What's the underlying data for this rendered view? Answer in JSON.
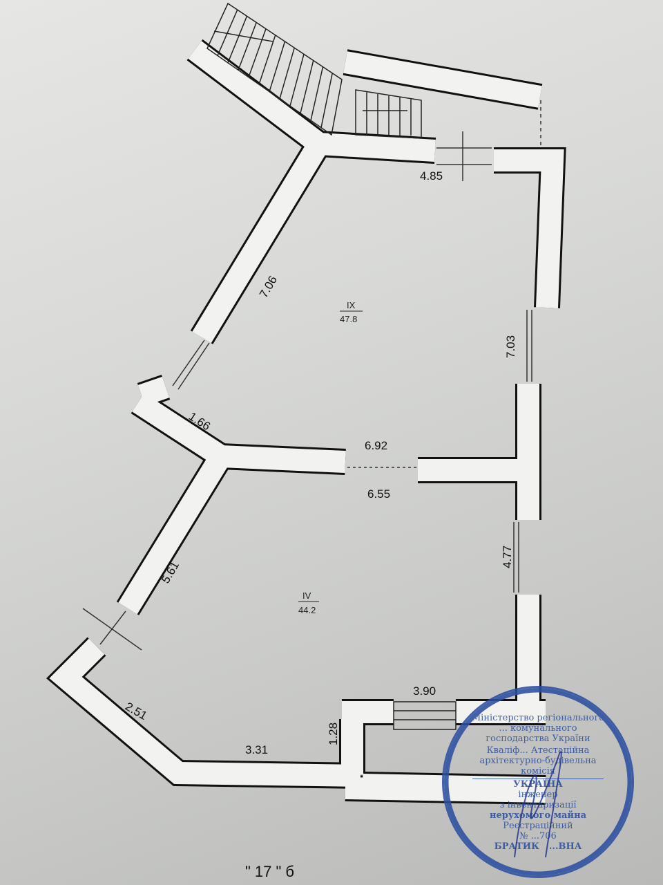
{
  "plan": {
    "dimensions": {
      "top_wall": "4.85",
      "upper_left_wall": "7.06",
      "upper_right_wall": "7.03",
      "left_short_wall": "1.66",
      "partition_upper": "6.92",
      "partition_lower": "6.55",
      "lower_left_wall": "5.61",
      "lower_right_wall": "4.77",
      "bottom_right": "3.90",
      "bottom_left_diagonal": "2.51",
      "bottom_wall": "3.31",
      "bottom_step": "1.28"
    },
    "rooms": [
      {
        "number": "IX",
        "area": "47.8"
      },
      {
        "number": "IV",
        "area": "44.2"
      }
    ],
    "footer_text": "\" 17 \"  б"
  },
  "stamp": {
    "color": "#2d4fa0",
    "outer_ring": "Міністерство регіонального ... комунального господарства України",
    "inner_ring": "Кваліф... Атестаційна архітектурно-будівельна комісія",
    "center_top": "УКРАЇНА",
    "line1": "інженер",
    "line2": "з інвентаризації",
    "line3": "нерухомого майна",
    "line4": "Реєстраційний",
    "line5": "№ ...706",
    "name_left": "БРАТИК",
    "name_right": "...ВНА"
  }
}
